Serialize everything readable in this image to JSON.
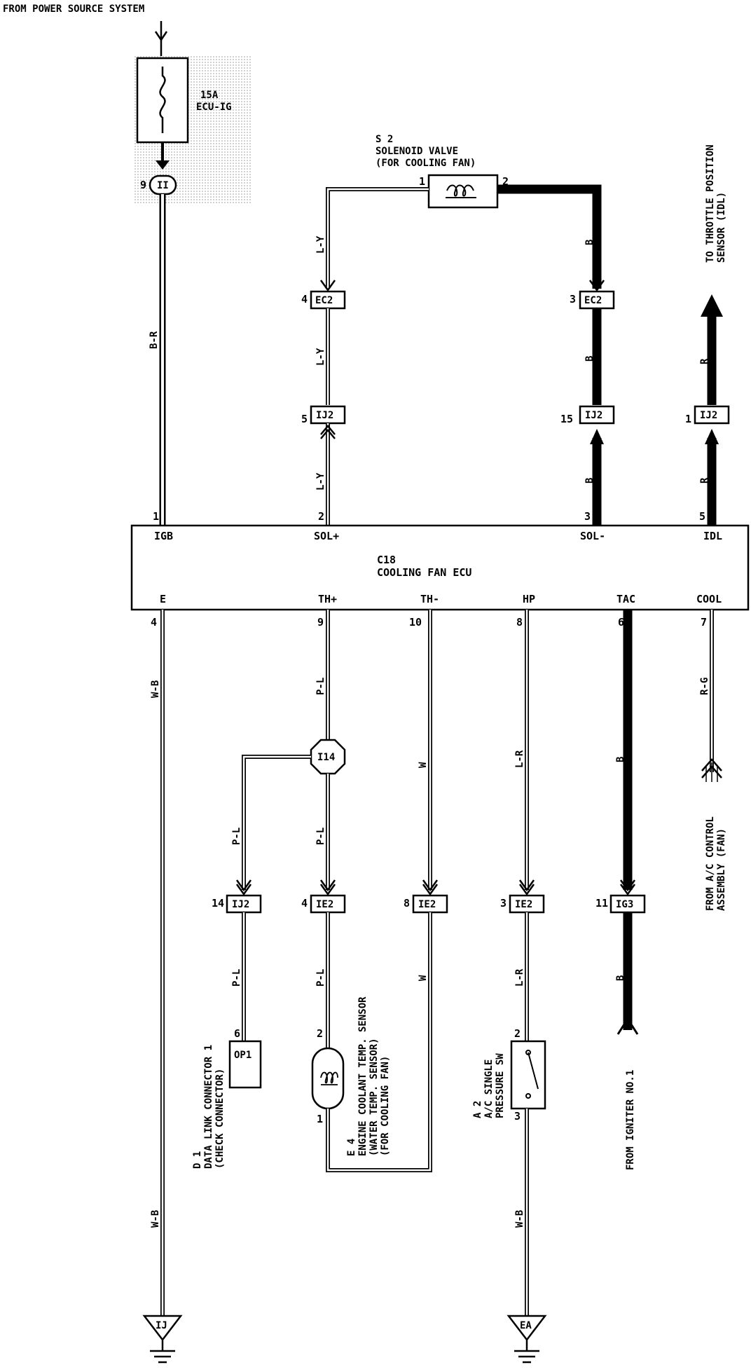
{
  "source": {
    "label": "FROM POWER SOURCE SYSTEM"
  },
  "fuse": {
    "rating": "15A",
    "name": "ECU-IG",
    "pin": "9",
    "connector": "II"
  },
  "solenoid": {
    "id": "S 2",
    "name_line1": "SOLENOID VALVE",
    "name_line2": "(FOR COOLING FAN)",
    "pin1": "1",
    "pin2": "2"
  },
  "tps": {
    "line1": "TO THROTTLE POSITION",
    "line2": "SENSOR (IDL)"
  },
  "ecu": {
    "id": "C18",
    "name": "COOLING FAN ECU",
    "top_pins": [
      {
        "num": "1",
        "label": "IGB"
      },
      {
        "num": "2",
        "label": "SOL+"
      },
      {
        "num": "3",
        "label": "SOL-"
      },
      {
        "num": "5",
        "label": "IDL"
      }
    ],
    "bottom_pins": [
      {
        "num": "4",
        "label": "E"
      },
      {
        "num": "9",
        "label": "TH+"
      },
      {
        "num": "10",
        "label": "TH-"
      },
      {
        "num": "8",
        "label": "HP"
      },
      {
        "num": "6",
        "label": "TAC"
      },
      {
        "num": "7",
        "label": "COOL"
      }
    ]
  },
  "wire_colors": {
    "br": "B-R",
    "ly": "L-Y",
    "b": "B",
    "r": "R",
    "wb": "W-B",
    "pl": "P-L",
    "w": "W",
    "lr": "L-R",
    "rg": "R-G"
  },
  "connectors": {
    "ec2_left": {
      "pin": "4",
      "name": "EC2"
    },
    "ec2_right": {
      "pin": "3",
      "name": "EC2"
    },
    "ij2_a": {
      "pin": "5",
      "name": "IJ2"
    },
    "ij2_b": {
      "pin": "15",
      "name": "IJ2"
    },
    "ij2_c": {
      "pin": "1",
      "name": "IJ2"
    },
    "i14": {
      "name": "I14"
    },
    "ij2_d": {
      "pin": "14",
      "name": "IJ2"
    },
    "ie2_a": {
      "pin": "4",
      "name": "IE2"
    },
    "ie2_b": {
      "pin": "8",
      "name": "IE2"
    },
    "ie2_c": {
      "pin": "3",
      "name": "IE2"
    },
    "ig3": {
      "pin": "11",
      "name": "IG3"
    }
  },
  "dlc": {
    "connector": "OP1",
    "pin": "6",
    "id": "D 1",
    "line1": "DATA LINK CONNECTOR 1",
    "line2": "(CHECK CONNECTOR)"
  },
  "temp_sensor": {
    "pin_top": "2",
    "pin_bottom": "1",
    "id": "E 4",
    "line1": "ENGINE COOLANT TEMP. SENSOR",
    "line2": "(WATER TEMP. SENSOR)",
    "line3": "(FOR COOLING FAN)"
  },
  "pressure_sw": {
    "pin_top": "2",
    "pin_bottom": "3",
    "id": "A 2",
    "line1": "A/C SINGLE",
    "line2": "PRESSURE SW"
  },
  "igniter": {
    "label": "FROM IGNITER NO.1"
  },
  "ac_control": {
    "line1": "FROM A/C CONTROL",
    "line2": "ASSEMBLY (FAN)"
  },
  "grounds": {
    "left": "IJ",
    "right": "EA"
  }
}
